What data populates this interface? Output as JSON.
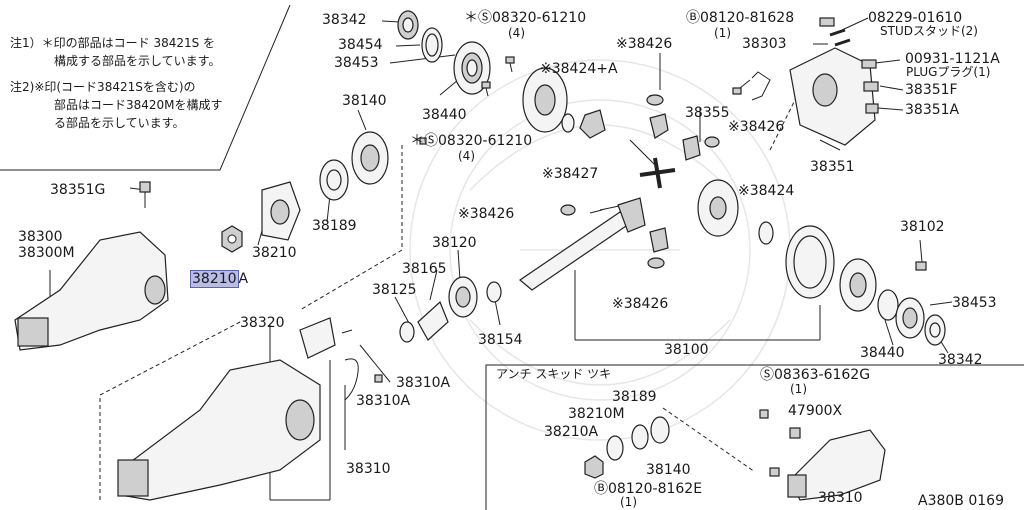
{
  "notes": {
    "note1_line1": "注1）＊印の部品はコード 38421S を",
    "note1_line2": "構成する部品を示しています。",
    "note2_line1": "注2)※印(コード38421Sを含む)の",
    "note2_line2": "部品はコード38420Mを構成す",
    "note2_line3": "る部品を示しています。"
  },
  "labels": {
    "p38342_top": "38342",
    "p38454": "38454",
    "p38453_top": "38453",
    "p08320_top": "＊Ⓢ08320-61210",
    "p08320_top_q": "(4)",
    "p38424A": "※38424+A",
    "p38440_top": "38440",
    "p38426_top": "※38426",
    "p08120_top": "Ⓑ08120-81628",
    "p08120_top_q": "(1)",
    "p08229": "08229-01610",
    "p08229_desc": "STUDスタッド(2)",
    "p38303": "38303",
    "p00931": "00931-1121A",
    "p00931_desc": "PLUGプラグ(1)",
    "p38351F": "38351F",
    "p38351A": "38351A",
    "p38355": "38355",
    "p38426_mid": "※38426",
    "p38351": "38351",
    "p38140": "38140",
    "p08320_mid": "＊Ⓢ08320-61210",
    "p08320_mid_q": "(4)",
    "p38427": "※38427",
    "p38424": "※38424",
    "p38351G": "38351G",
    "p38300": "38300",
    "p38300M": "38300M",
    "p38210": "38210",
    "p38189": "38189",
    "p38210A_main": "38210",
    "p38210A_suffix": "A",
    "p38426_left": "※38426",
    "p38120": "38120",
    "p38165": "38165",
    "p38125": "38125",
    "p38154": "38154",
    "p38426_low": "※38426",
    "p38100": "38100",
    "p38102": "38102",
    "p38453_bot": "38453",
    "p38440_bot": "38440",
    "p38342_bot": "38342",
    "p38320": "38320",
    "p38310A_1": "38310A",
    "p38310A_2": "38310A",
    "p38310": "38310",
    "inset_title": "アンチ スキッド ツキ",
    "inset_08363": "Ⓢ08363-6162G",
    "inset_08363_q": "(1)",
    "inset_38189": "38189",
    "inset_38210M": "38210M",
    "inset_47900X": "47900X",
    "inset_38210A": "38210A",
    "inset_38140": "38140",
    "inset_08120": "Ⓑ08120-8162E",
    "inset_08120_q": "(1)",
    "inset_38310": "38310",
    "diagram_code": "A380B 0169"
  }
}
